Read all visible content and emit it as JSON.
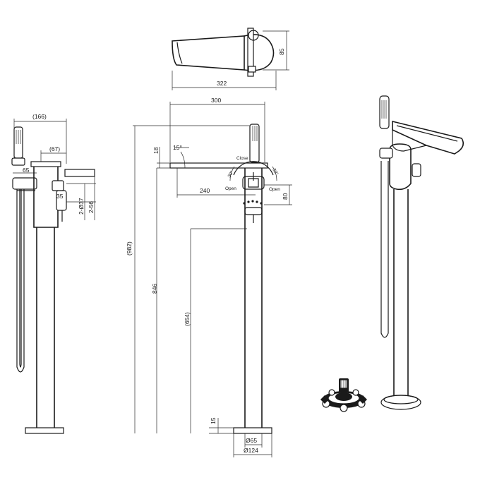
{
  "top_view": {
    "width_label": "322",
    "height_label": "85"
  },
  "side_view": {
    "total_reach_label": "(166)",
    "offset_label": "(67)",
    "spout_label": "65",
    "lever_label": "35",
    "dia_label": "2-Ø37",
    "dia2_label": "2-56"
  },
  "front_view": {
    "width_label": "300",
    "angle_label": "15°",
    "top_gap_label": "18",
    "spout_label": "240",
    "lever_label": "80",
    "close_label": "Close",
    "open_left_label": "Open",
    "open_right_label": "Open",
    "angle_left_label": "30°",
    "angle_right_label": "30°",
    "total_height_label": "(982)",
    "body_height_label": "846",
    "lower_height_label": "(654)",
    "base_height_label": "15",
    "pipe_dia_label": "Ø65",
    "base_dia_label": "Ø124"
  }
}
